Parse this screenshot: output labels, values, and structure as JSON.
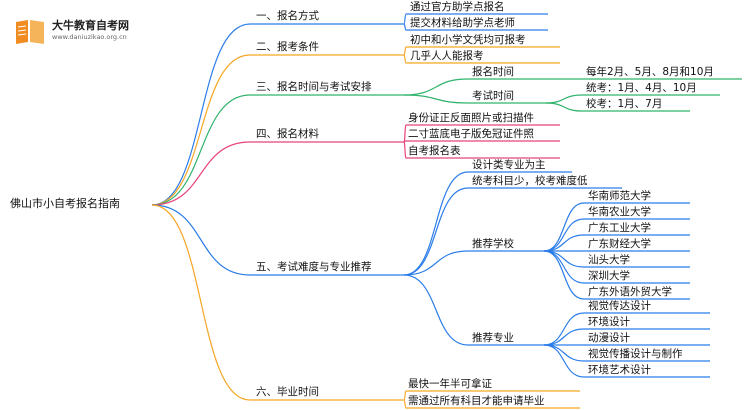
{
  "brand": {
    "name": "大牛教育自考网",
    "url": "www.daniuzikao.org.cn"
  },
  "colors": {
    "blue": "#2b7de9",
    "orange": "#f5a623",
    "green": "#2fb36b",
    "pink": "#e6437a",
    "logo": "#f08c22"
  },
  "root": "佛山市小自考报名指南",
  "branches": [
    {
      "label": "一、报名方式",
      "color": "blue",
      "children": [
        "通过官方助学点报名",
        "提交材料给助学点老师"
      ]
    },
    {
      "label": "二、报考条件",
      "color": "orange",
      "children": [
        "初中和小学文凭均可报考",
        "几乎人人能报考"
      ]
    },
    {
      "label": "三、报名时间与考试安排",
      "color": "green",
      "children": [
        {
          "label": "报名时间",
          "children": [
            "每年2月、5月、8月和10月"
          ]
        },
        {
          "label": "考试时间",
          "children": [
            "统考：1月、4月、10月",
            "校考：1月、7月"
          ]
        }
      ]
    },
    {
      "label": "四、报名材料",
      "color": "pink",
      "children": [
        "身份证正反面照片或扫描件",
        "二寸蓝底电子版免冠证件照",
        "自考报名表"
      ]
    },
    {
      "label": "五、考试难度与专业推荐",
      "color": "blue",
      "children": [
        "设计类专业为主",
        "统考科目少，校考难度低",
        {
          "label": "推荐学校",
          "children": [
            "华南师范大学",
            "华南农业大学",
            "广东工业大学",
            "广东财经大学",
            "汕头大学",
            "深圳大学",
            "广东外语外贸大学"
          ]
        },
        {
          "label": "推荐专业",
          "children": [
            "视觉传达设计",
            "环境设计",
            "动漫设计",
            "视觉传播设计与制作",
            "环境艺术设计"
          ]
        }
      ]
    },
    {
      "label": "六、毕业时间",
      "color": "orange",
      "children": [
        "最快一年半可拿证",
        "需通过所有科目才能申请毕业"
      ]
    }
  ]
}
